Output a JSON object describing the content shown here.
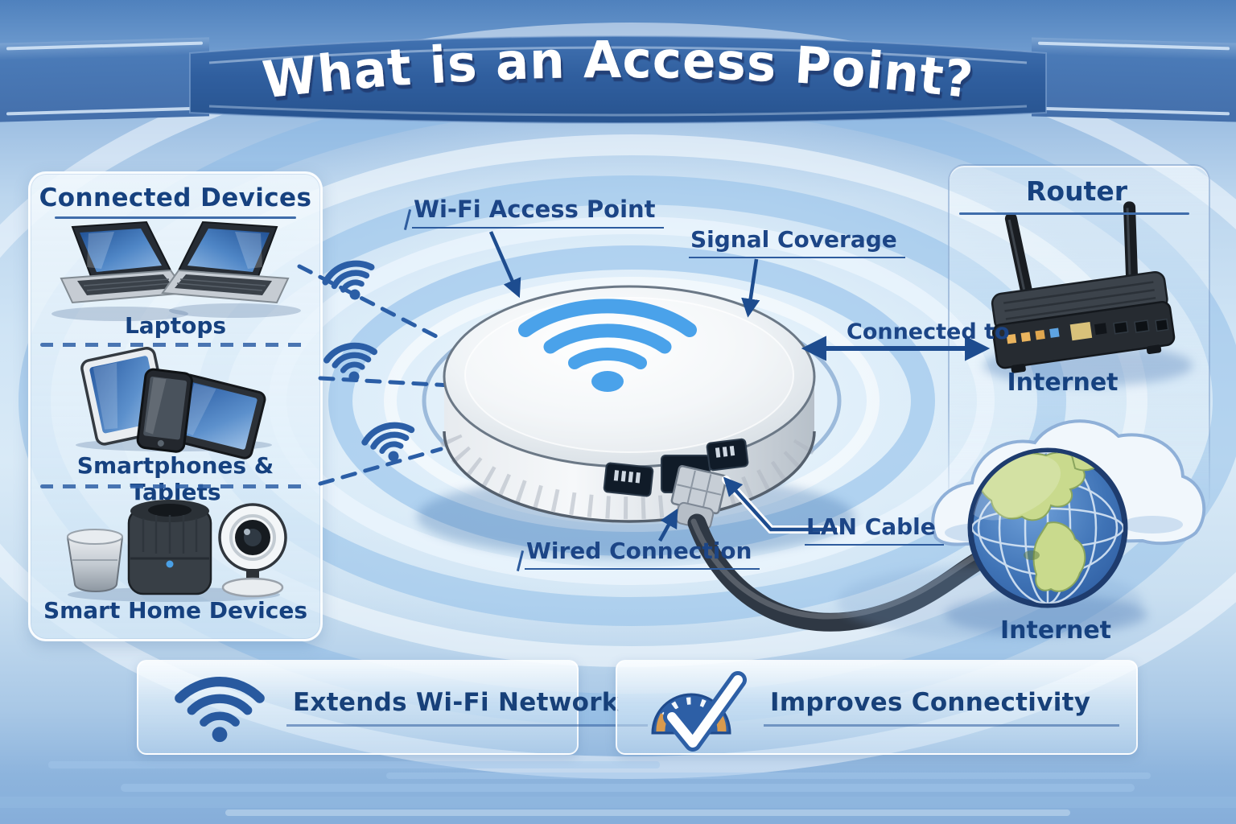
{
  "title": "What is an Access Point?",
  "left_panel": {
    "heading": "Connected Devices",
    "items": [
      {
        "label": "Laptops",
        "icon": "laptops-illustration"
      },
      {
        "label": "Smartphones & Tablets",
        "icon": "smartphones-tablets-illustration"
      },
      {
        "label": "Smart Home Devices",
        "icon": "smart-home-devices-illustration"
      }
    ]
  },
  "diagram": {
    "access_point_label": "Wi-Fi Access Point",
    "signal_coverage_label": "Signal Coverage",
    "connected_to_label": "Connected to",
    "wired_connection_label": "Wired Connection",
    "lan_cable_label": "LAN Cable"
  },
  "router_panel": {
    "heading": "Router",
    "caption": "Internet"
  },
  "internet": {
    "caption": "Internet"
  },
  "benefits": [
    {
      "label": "Extends Wi-Fi Network",
      "icon": "wifi-icon"
    },
    {
      "label": "Improves Connectivity",
      "icon": "speedometer-check-icon"
    }
  ],
  "colors": {
    "ribbon_blue": "#2d5c9e",
    "navy_text": "#17417f",
    "callout_blue": "#1d4c8f",
    "wifi_blue": "#4aa2ea",
    "icon_blue": "#2b5ea6",
    "background_light": "#d8eaf7",
    "background_deep": "#4f81bd",
    "land_green": "#c9da8d",
    "ocean_blue": "#3a6fb4",
    "gauge_orange": "#d89a4e"
  }
}
